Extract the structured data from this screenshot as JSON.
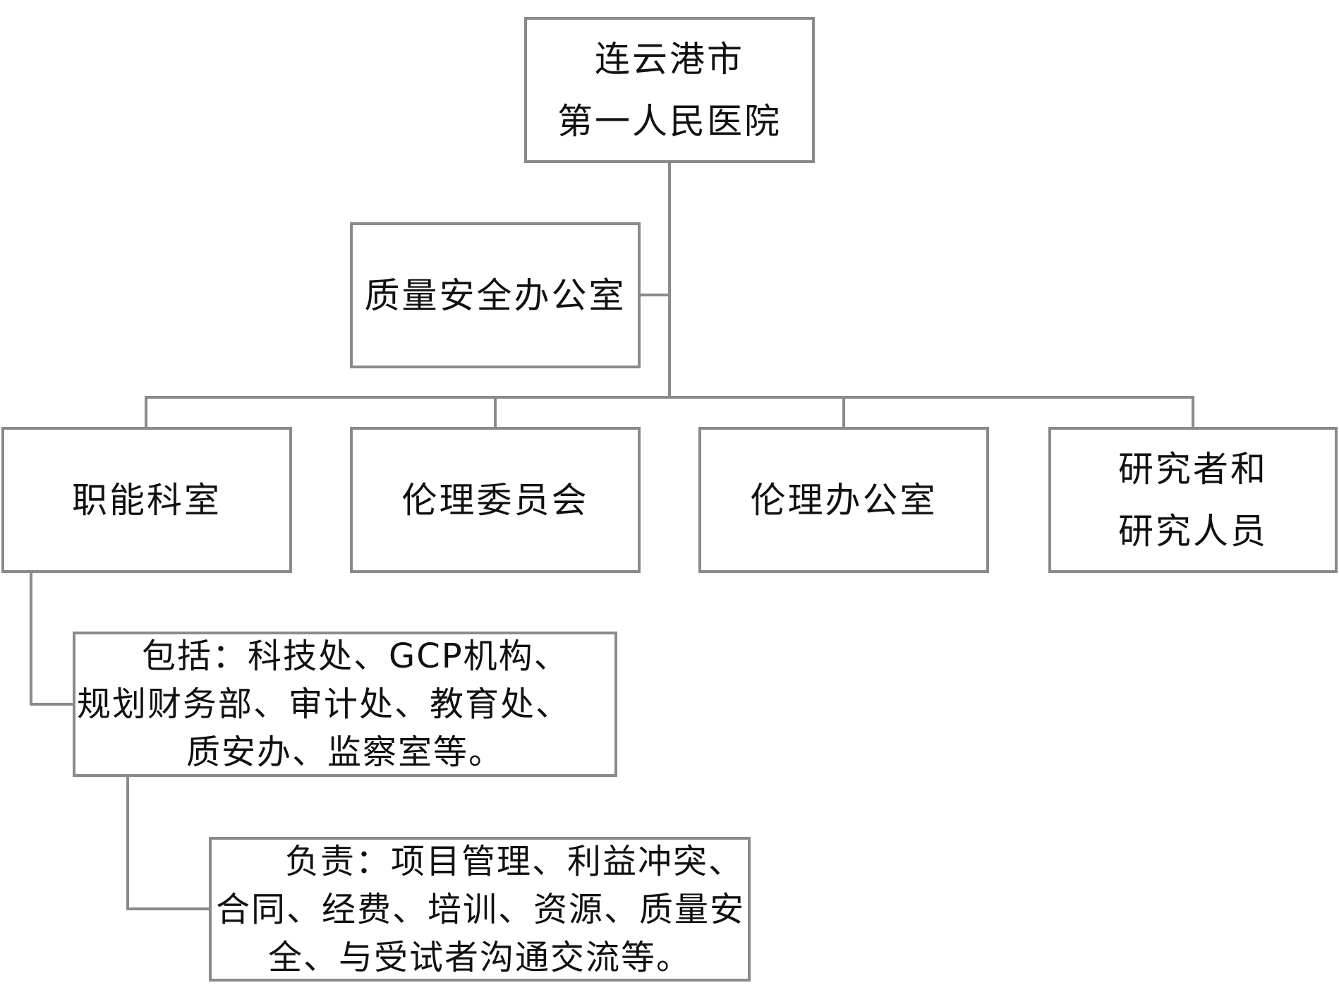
{
  "hospital": {
    "name_line1": "连云港市",
    "name_line2": "第一人民医院"
  },
  "quality_office": {
    "label": "质量安全办公室"
  },
  "departments": [
    {
      "label": "职能科室"
    },
    {
      "label": "伦理委员会"
    },
    {
      "label": "伦理办公室"
    },
    {
      "label_line1": "研究者和",
      "label_line2": "研究人员"
    }
  ],
  "functional_note": {
    "line1": "包括：科技处、GCP机构、",
    "line2": "规划财务部、审计处、教育处、",
    "line3": "质安办、监察室等。"
  },
  "duties_note": {
    "line1": "负责：项目管理、利益冲突、",
    "line2": "合同、经费、培训、资源、质量安",
    "line3": "全、与受试者沟通交流等。"
  },
  "colors": {
    "border": "#8a8a8a",
    "connector": "#8a8a8a",
    "text": "#111111",
    "background": "#ffffff"
  }
}
